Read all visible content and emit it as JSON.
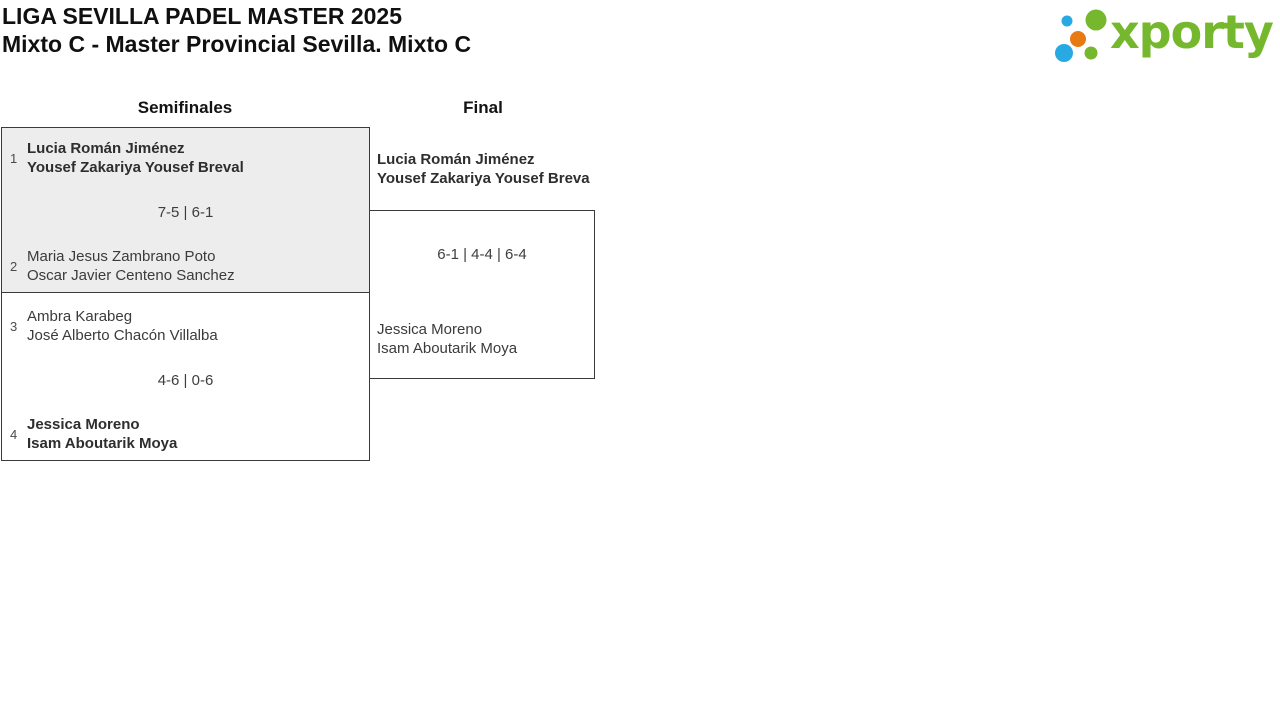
{
  "header": {
    "title": "LIGA SEVILLA PADEL MASTER 2025",
    "subtitle": "Mixto C - Master Provincial Sevilla. Mixto C"
  },
  "logo": {
    "brand": "xporty"
  },
  "colors": {
    "brand_green": "#76b82d",
    "brand_blue": "#29a9e1",
    "brand_orange": "#e87a14",
    "bracket_border": "#3a3a3a",
    "match_alt_background": "#ededed",
    "text_dark": "#2e2e2e",
    "text_gray": "#4a4a4a"
  },
  "bracket": {
    "round_headers": {
      "semifinals": "Semifinales",
      "final": "Final"
    },
    "semifinal_1": {
      "seed_top": "1",
      "top_player_1": "Lucia Román Jiménez",
      "top_player_2": "Yousef Zakariya Yousef Breval",
      "score": "7-5 | 6-1",
      "seed_bottom": "2",
      "bottom_player_1": "Maria Jesus Zambrano Poto",
      "bottom_player_2": "Oscar Javier Centeno Sanchez"
    },
    "semifinal_2": {
      "seed_top": "3",
      "top_player_1": "Ambra Karabeg",
      "top_player_2": "José Alberto Chacón Villalba",
      "score": "4-6 | 0-6",
      "seed_bottom": "4",
      "bottom_player_1": "Jessica Moreno",
      "bottom_player_2": "Isam Aboutarik Moya"
    },
    "final": {
      "top_player_1": "Lucia Román Jiménez",
      "top_player_2": "Yousef Zakariya Yousef Breva",
      "score": "6-1 | 4-4 | 6-4",
      "bottom_player_1": "Jessica Moreno",
      "bottom_player_2": "Isam Aboutarik Moya"
    }
  }
}
